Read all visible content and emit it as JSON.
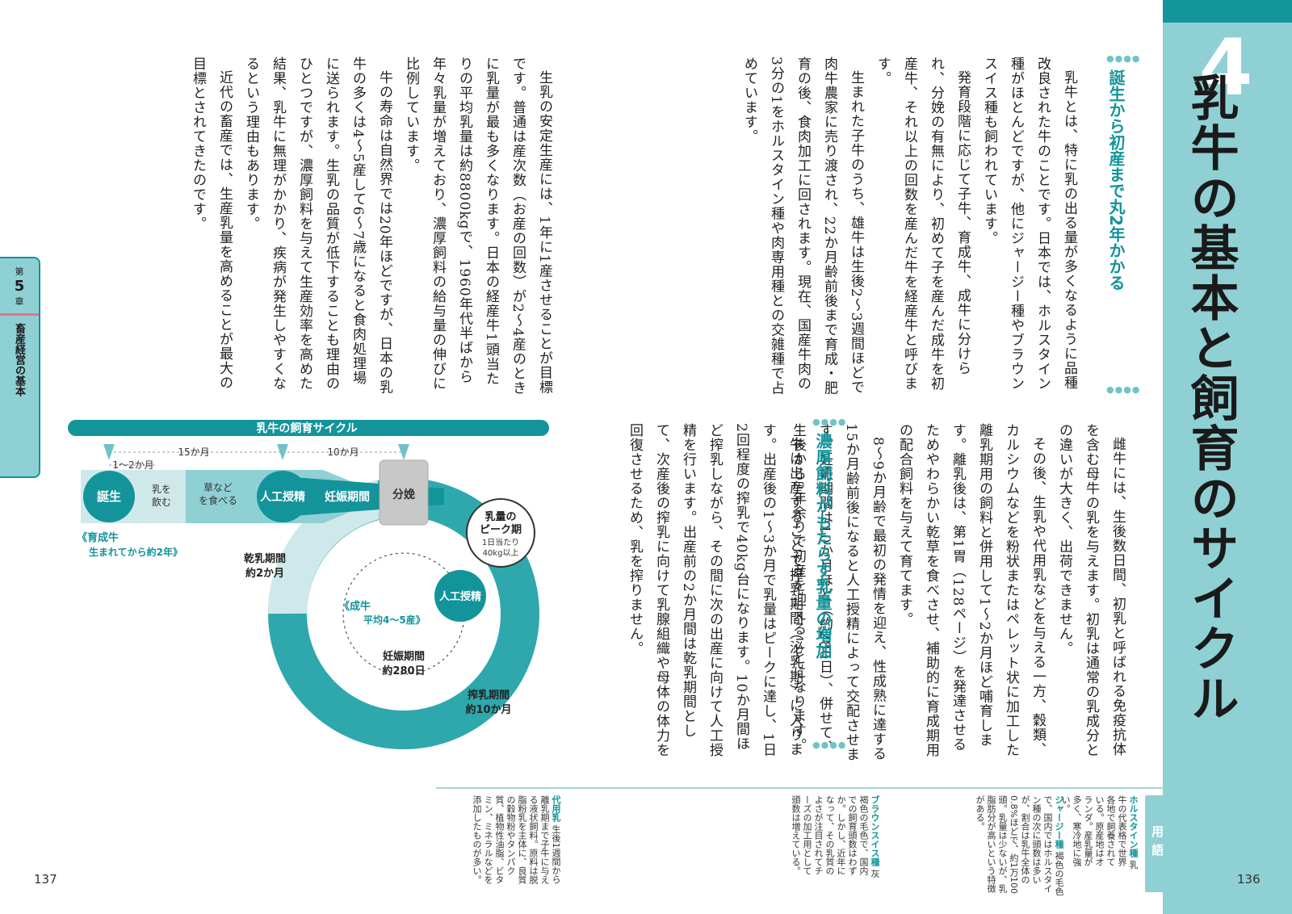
{
  "title": {
    "chapter_number": "4",
    "text": "乳牛の基本と飼育のサイクル"
  },
  "sections": [
    {
      "heading": "誕生から初産まで丸2年かかる",
      "paragraphs": [
        "乳牛とは、特に乳の出る量が多くなるように品種改良された牛のことです。日本では、ホルスタイン種がほとんどですが、他にジャージー種やブラウンスイス種も飼われています。",
        "発育段階に応じて子牛、育成牛、成牛に分けられ、分娩の有無により、初めて子を産んだ成牛を初産牛、それ以上の回数を産んだ牛を経産牛と呼びます。",
        "生まれた子牛のうち、雄牛は生後2〜3週間ほどで肉牛農家に売り渡され、22か月齢前後まで育成・肥育の後、食肉加工に回されます。現在、国産牛肉の3分の1をホルスタイン種や肉専用種との交雑種で占めています。",
        "雌牛には、生後数日間、初乳と呼ばれる免疫抗体を含む母牛の乳を与えます。初乳は通常の乳成分との違いが大きく、出荷できません。",
        "その後、生乳や代用乳などを与える一方、穀類、カルシウムなどを粉状またはペレット状に加工した離乳期用の飼料と併用して1〜2か月ほど哺育します。離乳後は、第1胃（128ページ）を発達させるためやわらかい乾草を食べさせ、補助的に育成期用の配合飼料を与えて育てます。",
        "8〜9か月齢で最初の発情を迎え、性成熟に達する15か月齢前後になると人工授精によって交配させます。妊娠期間は10か月ほど（約280日）、併せて、生後から2年余りで初産を迎えることになります。"
      ]
    },
    {
      "heading": "濃厚飼料がもたらす乳量の増加",
      "paragraphs": [
        "牛は出産することで搾乳期間（泌乳期）に入ります。出産後の1〜3か月で乳量はピークに達し、1日2回程度の搾乳で40kg台になります。10か月間ほど搾乳しながら、その間に次の出産に向けて人工授精を行います。出産前の2か月間は乾乳期間として、次産後の搾乳に向けて乳腺組織や母体の体力を回復させるため、乳を搾りません。",
        "生乳の安定生産には、1年に1産させることが目標です。普通は産次数（お産の回数）が2〜4産のときに乳量が最も多くなります。日本の経産牛1頭当たりの平均乳量は約8800kgで、1960年代半ばから年々乳量が増えており、濃厚飼料の給与量の伸びに比例しています。",
        "牛の寿命は自然界では20年ほどですが、日本の乳牛の多くは4〜5産して6〜7歳になると食肉処理場に送られます。生乳の品質が低下することも理由のひとつですが、濃厚飼料を与えて生産効率を高めた結果、乳牛に無理がかかり、疾病が発生しやすくなるという理由もあります。",
        "近代の畜産では、生産乳量を高めることが最大の目標とされてきたのです。"
      ]
    }
  ],
  "glossary": {
    "label": "用語",
    "items": [
      {
        "term": "ホルスタイン種",
        "text": "乳牛の代表格で世界各地で飼養されている。原産地はオランダ。産乳量が多く、寒冷地に強い。"
      },
      {
        "term": "ジャージー種",
        "text": "褐色の毛色で、国内ではホルスタイン種の次に頭数は多いが、割合は乳牛全体の0.8%ほどで、約1万100頭。乳量は少ないが、乳脂肪分が高いという特徴がある。"
      },
      {
        "term": "ブラウンスイス種",
        "text": "灰褐色の毛色で、国内での飼育頭数はわずか。しかし、近年になって、その乳質のよさが注目されてチーズの加工用として頭数は増えている。"
      },
      {
        "term": "代用乳",
        "text": "生後1週間から離乳期まで子牛に与える液状飼料。原料は脱脂粉乳を主体に、良質の穀物粉やタンパク質、植物性油脂、ビタミン、ミネラルなどを添加したものが多い。"
      }
    ]
  },
  "chapter_tab": {
    "prefix": "第",
    "number": "5",
    "suffix": "章",
    "name": "畜産経営の基本"
  },
  "diagram": {
    "title": "乳牛の飼育サイクル",
    "span_15": "15か月",
    "span_1_2": "1〜2か月",
    "span_10": "10か月",
    "birth": "誕生",
    "milk_line1": "乳を",
    "milk_line2": "飲む",
    "grass_line1": "草など",
    "grass_line2": "を食べる",
    "ai_first": "人工授精",
    "pregnancy": "妊娠期間",
    "delivery": "分娩",
    "young_line1": "《育成牛",
    "young_line2": "生まれてから約2年》",
    "dry_line1": "乾乳期間",
    "dry_line2": "約2か月",
    "peak_line1": "乳量の",
    "peak_line2": "ピーク期",
    "peak_line3": "1日当たり",
    "peak_line4": "40kg以上",
    "adult_line1": "《成牛",
    "adult_line2": "平均4〜5産》",
    "ai_second": "人工授精",
    "preg2_line1": "妊娠期間",
    "preg2_line2": "約280日",
    "milking_line1": "搾乳期間",
    "milking_line2": "約10か月"
  },
  "page_numbers": {
    "left": "137",
    "right": "136"
  },
  "colors": {
    "teal": "#12949a",
    "light_teal": "#8fd0d4",
    "pale_teal": "#cfe9ea"
  }
}
